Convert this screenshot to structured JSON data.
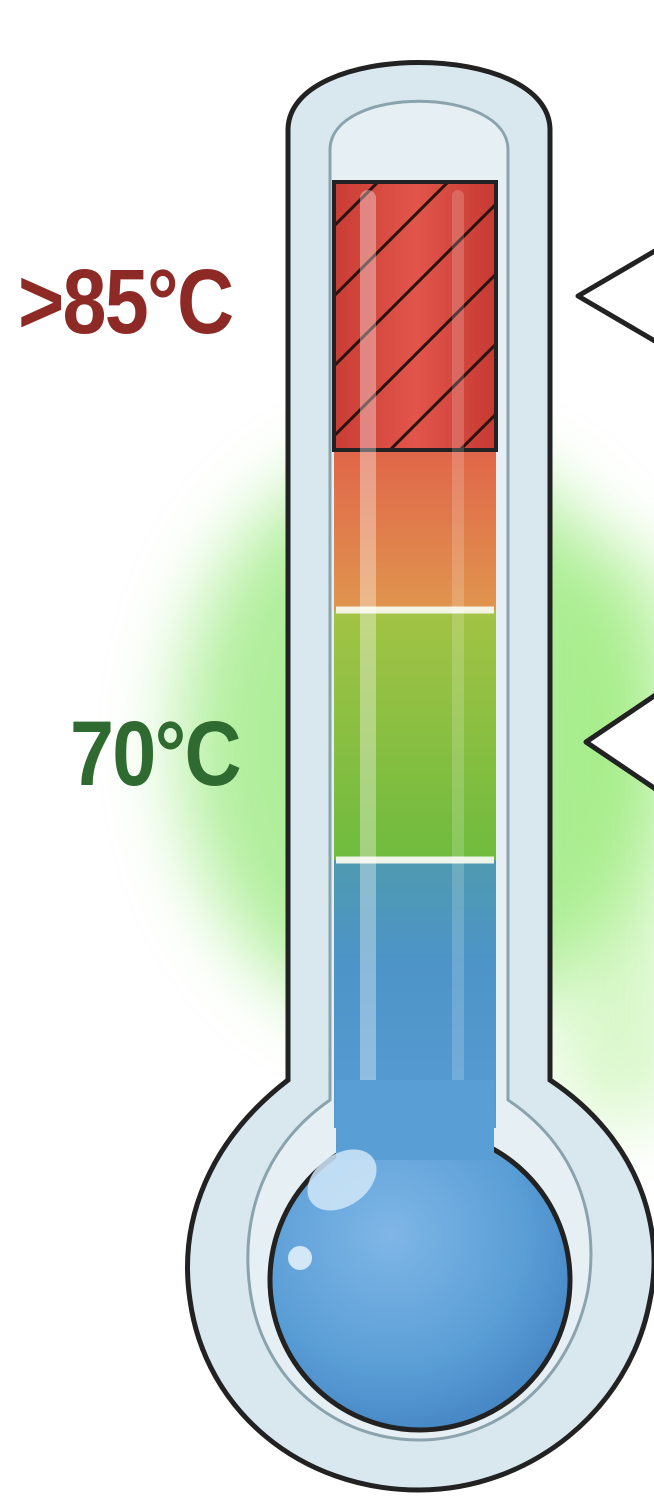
{
  "thermometer": {
    "labels": {
      "hot_threshold": ">85°C",
      "ok_threshold": "70°C"
    },
    "zones": [
      {
        "name": "overheat",
        "color": "#d9463f",
        "hatched": true
      },
      {
        "name": "warm",
        "color": "#e58a52"
      },
      {
        "name": "optimal",
        "color": "#7fc041"
      },
      {
        "name": "cool",
        "color": "#5a9ed6"
      }
    ],
    "colors": {
      "hot_label": "#8e2a26",
      "ok_label": "#2f6a30",
      "glow": "#7ee85a",
      "outline": "#222222",
      "glass": "#d6e6ee"
    },
    "pointers": [
      {
        "name": "hot-pointer",
        "level": "overheat"
      },
      {
        "name": "ok-pointer",
        "level": "optimal"
      }
    ]
  }
}
